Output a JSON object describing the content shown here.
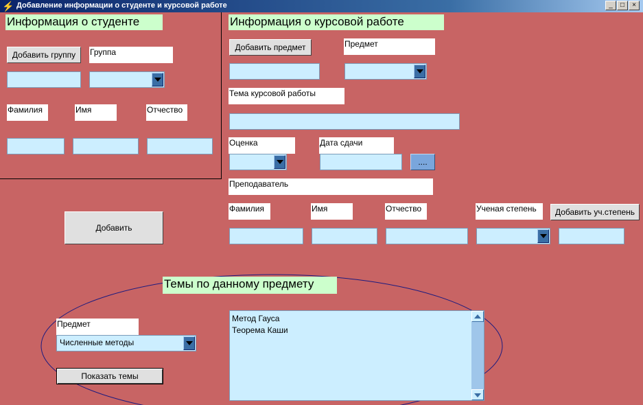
{
  "window": {
    "title": "Добавление информации о студенте и курсовой работе"
  },
  "student": {
    "header": "Информация о студенте",
    "add_group_button": "Добавить группу",
    "group_label": "Группа",
    "group_input": "",
    "group_combo": "",
    "surname_label": "Фамилия",
    "name_label": "Имя",
    "patronymic_label": "Отчество"
  },
  "coursework": {
    "header": "Информация о курсовой работе",
    "add_subject_button": "Добавить предмет",
    "subject_label": "Предмет",
    "topic_label": "Тема курсовой работы",
    "grade_label": "Оценка",
    "date_label": "Дата сдачи",
    "date_button": "....",
    "teacher_label": "Преподаватель",
    "teacher_surname_label": "Фамилия",
    "teacher_name_label": "Имя",
    "teacher_patronymic_label": "Отчество",
    "degree_label": "Ученая степень",
    "add_degree_button": "Добавить уч.степень"
  },
  "add_button": "Добавить",
  "topics": {
    "header": "Темы по данному предмету",
    "subject_label": "Предмет",
    "subject_value": "Численные методы",
    "show_button": "Показать темы",
    "items": [
      "Метод Гауса",
      "Теорема Каши"
    ]
  },
  "colors": {
    "form_bg": "#c86464",
    "header_bg": "#ccffcc",
    "input_bg": "#cceeff"
  }
}
